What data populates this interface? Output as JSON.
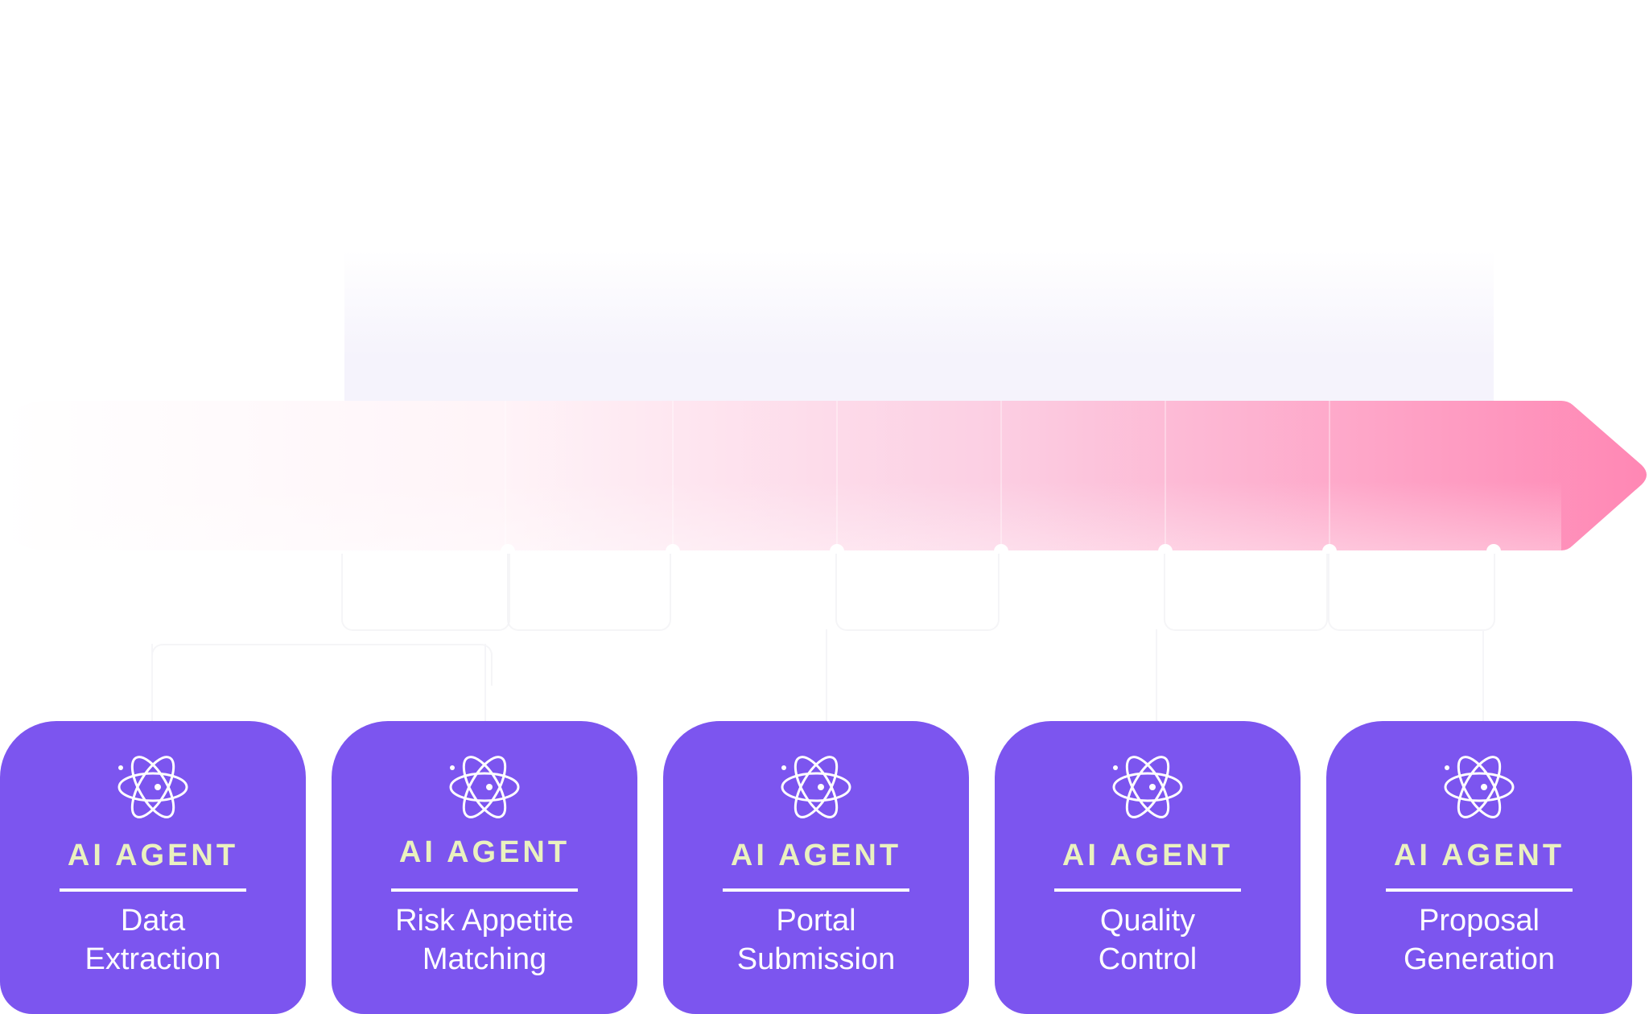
{
  "colors": {
    "card_background": "#7c55ef",
    "agent_label": "#eaf1bf",
    "card_text": "#ffffff",
    "arrow_end": "#ff87b4",
    "arrow_start": "#ffffff",
    "panel": "#f5f3fc"
  },
  "agents": [
    {
      "label": "AI AGENT",
      "title_line1": "Data",
      "title_line2": "Extraction",
      "icon": "atom-icon"
    },
    {
      "label": "AI AGENT",
      "title_line1": "Risk Appetite",
      "title_line2": "Matching",
      "icon": "atom-icon"
    },
    {
      "label": "AI AGENT",
      "title_line1": "Portal",
      "title_line2": "Submission",
      "icon": "atom-icon"
    },
    {
      "label": "AI AGENT",
      "title_line1": "Quality",
      "title_line2": "Control",
      "icon": "atom-icon"
    },
    {
      "label": "AI AGENT",
      "title_line1": "Proposal",
      "title_line2": "Generation",
      "icon": "atom-icon"
    }
  ]
}
